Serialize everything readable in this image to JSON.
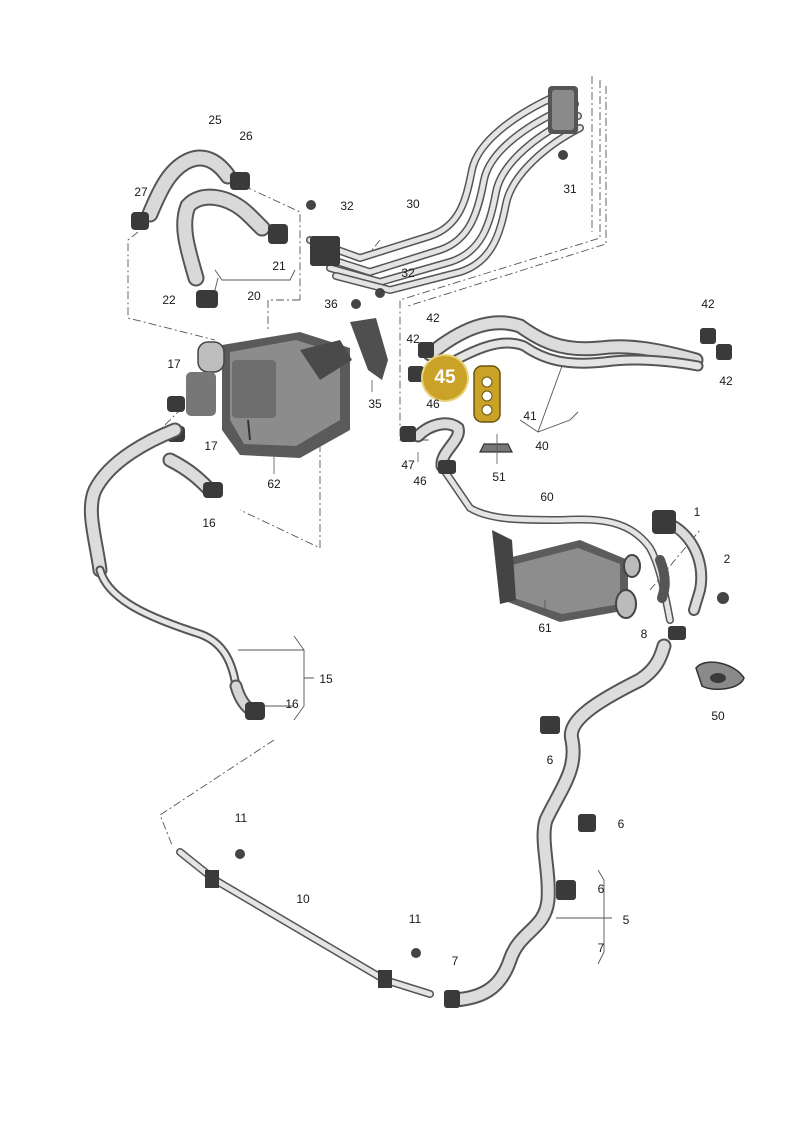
{
  "diagram": {
    "highlight": {
      "label": "45",
      "color": "#c9a227"
    },
    "callouts": {
      "c25": "25",
      "c26": "26",
      "c27": "27",
      "c32a": "32",
      "c30": "30",
      "c31": "31",
      "c21": "21",
      "c20": "20",
      "c22": "22",
      "c32b": "32",
      "c36": "36",
      "c42a": "42",
      "c42b": "42",
      "c42c": "42",
      "c42d": "42",
      "c17a": "17",
      "c17b": "17",
      "c35": "35",
      "c46a": "46",
      "c41": "41",
      "c40": "40",
      "c47": "47",
      "c46b": "46",
      "c51": "51",
      "c62": "62",
      "c16a": "16",
      "c60": "60",
      "c1": "1",
      "c2": "2",
      "c61": "61",
      "c8": "8",
      "c50": "50",
      "c15": "15",
      "c16b": "16",
      "c6a": "6",
      "c6b": "6",
      "c11a": "11",
      "c6c": "6",
      "c10": "10",
      "c5": "5",
      "c11b": "11",
      "c7a": "7",
      "c7b": "7"
    }
  }
}
